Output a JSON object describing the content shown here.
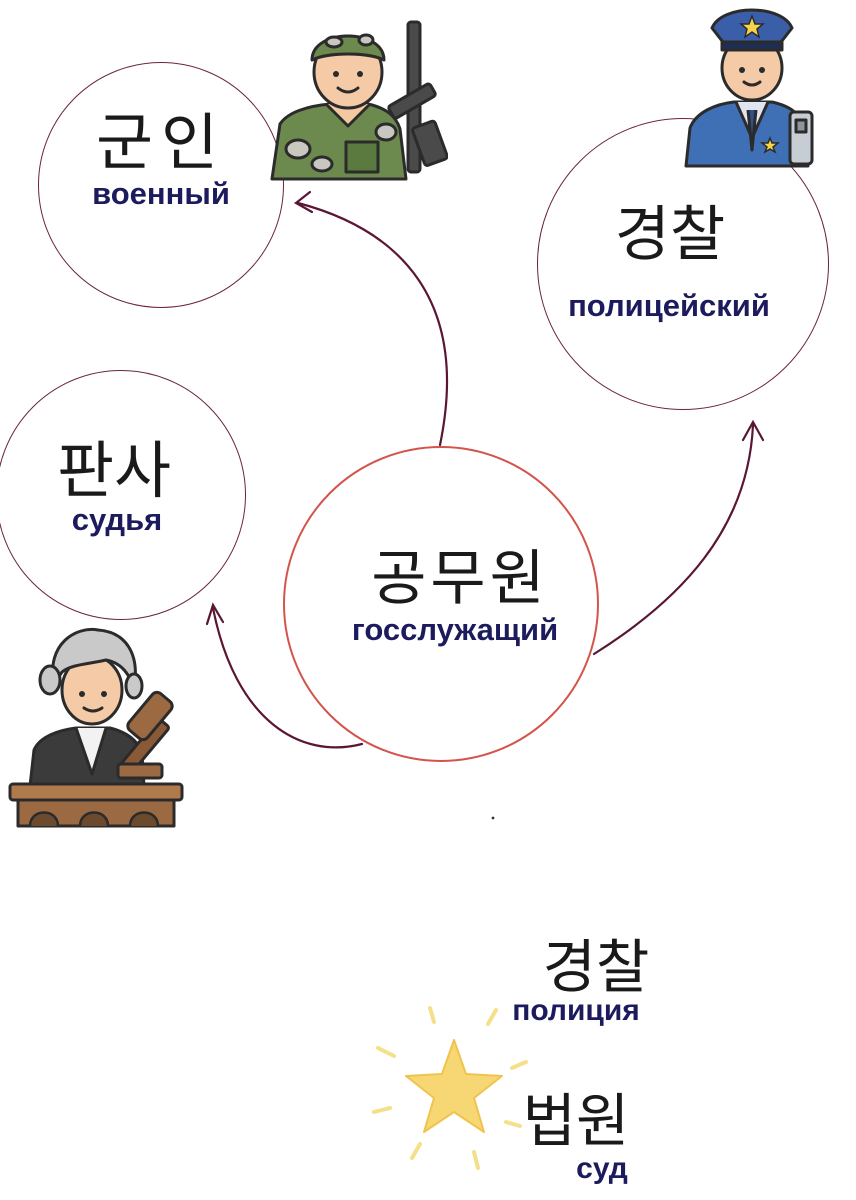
{
  "nodes": {
    "center": {
      "ko": "공무원",
      "ru": "госслужащий"
    },
    "military": {
      "ko": "군인",
      "ru": "военный"
    },
    "police": {
      "ko": "경찰",
      "ru": "полицейский"
    },
    "judge": {
      "ko": "판사",
      "ru": "судья"
    }
  },
  "bottom": {
    "police_ko": "경찰",
    "police_ru": "полиция",
    "court_ko": "법원",
    "court_ru": "суд"
  },
  "icons": [
    "soldier-icon",
    "police-officer-icon",
    "judge-icon",
    "star-icon"
  ],
  "colors": {
    "arrow": "#5a1634",
    "circle_border": "#6b2638",
    "center_border": "#d4544c",
    "russian_text": "#1c1b5e",
    "star": "#f7d774"
  }
}
